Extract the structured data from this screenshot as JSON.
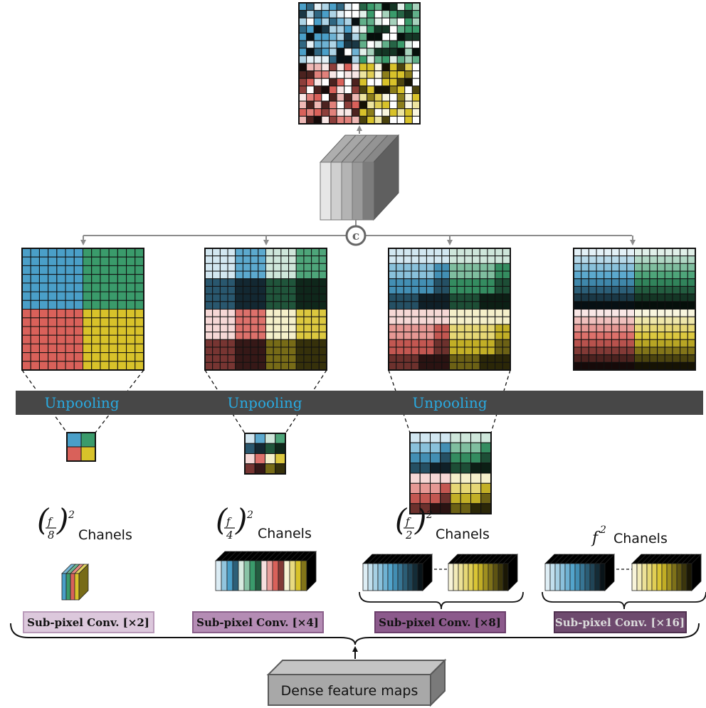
{
  "unpooling_label": "Unpooling",
  "concat_symbol": "c",
  "channel_labels": [
    {
      "frac_num": "f",
      "frac_den": "8",
      "exp": "2",
      "text": "Chanels"
    },
    {
      "frac_num": "f",
      "frac_den": "4",
      "exp": "2",
      "text": "Chanels"
    },
    {
      "frac_num": "f",
      "frac_den": "2",
      "exp": "2",
      "text": "Chanels"
    },
    {
      "var": "f",
      "exp": "2",
      "text": "Chanels"
    }
  ],
  "branches": [
    {
      "label": "Sub-pixel Conv. [×2]",
      "fill": "#dcc8dc",
      "stroke": "#b99ab9",
      "text_color": "#111111"
    },
    {
      "label": "Sub-pixel Conv. [×4]",
      "fill": "#b48cb4",
      "stroke": "#8a5f8a",
      "text_color": "#111111"
    },
    {
      "label": "Sub-pixel Conv. [×8]",
      "fill": "#8c5a8c",
      "stroke": "#6b3e6b",
      "text_color": "#111111"
    },
    {
      "label": "Sub-pixel Conv. [×16]",
      "fill": "#6e4a6e",
      "stroke": "#4f304f",
      "text_color": "#dcdcdc"
    }
  ],
  "input_label": "Dense feature maps",
  "colors": {
    "blue": "#4a9fc8",
    "green": "#3a9b6b",
    "red": "#d9615a",
    "yellow": "#d8c22a",
    "band": "#474747",
    "arrow": "#8c8c8c"
  }
}
